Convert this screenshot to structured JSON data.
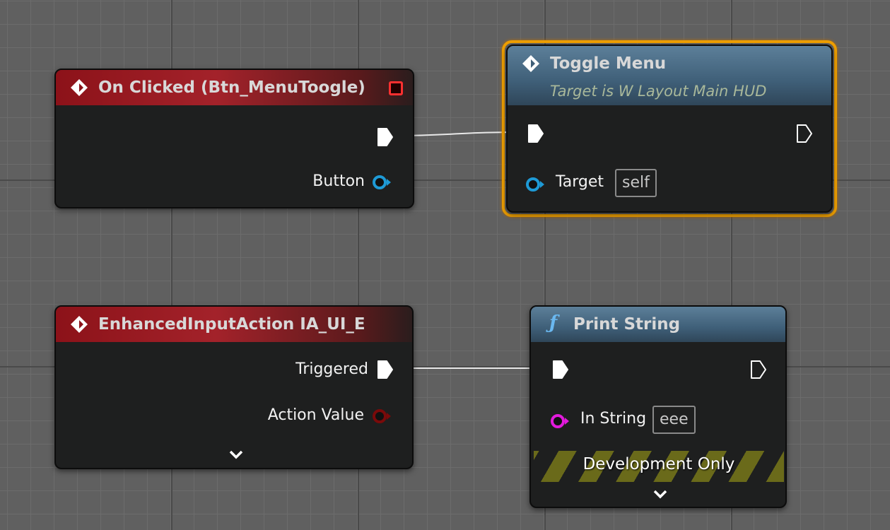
{
  "nodes": {
    "on_clicked": {
      "title": "On Clicked (Btn_MenuToogle)",
      "pins": {
        "button": "Button"
      },
      "icon": "event-diamond-icon"
    },
    "toggle_menu": {
      "title": "Toggle Menu",
      "subtitle": "Target is W Layout Main HUD",
      "pins": {
        "target": "Target",
        "target_value": "self"
      },
      "icon": "event-diamond-icon"
    },
    "enhanced_input": {
      "title": "EnhancedInputAction IA_UI_E",
      "pins": {
        "triggered": "Triggered",
        "action_value": "Action Value"
      },
      "icon": "event-diamond-icon"
    },
    "print_string": {
      "title": "Print String",
      "icon_glyph": "ƒ",
      "pins": {
        "in_string": "In String",
        "in_string_value": "eee"
      },
      "banner": "Development Only"
    }
  },
  "colors": {
    "selected": "#f0a000",
    "object_pin": "#1e9ad6",
    "string_pin": "#e21adc",
    "struct_pin": "#7a0a0a",
    "event_header": "#a3222a",
    "function_header": "#4a6f8a"
  }
}
